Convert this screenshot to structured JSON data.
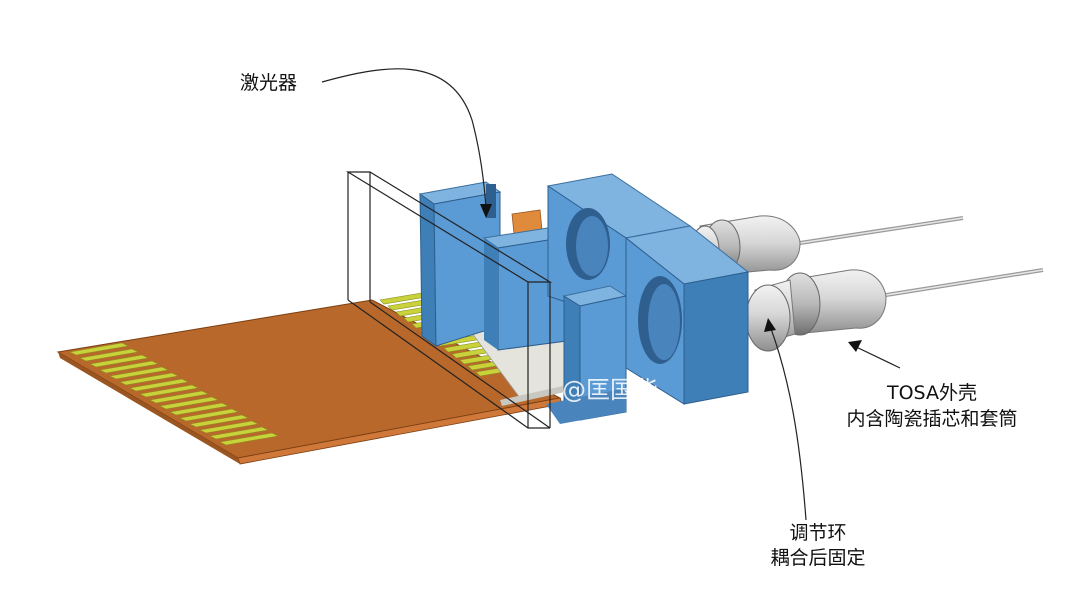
{
  "labels": {
    "laser": "激光器",
    "tosa_line1": "TOSA外壳",
    "tosa_line2": "内含陶瓷插芯和套筒",
    "ring_line1": "调节环",
    "ring_line2": "耦合后固定"
  },
  "watermark": "@匡国华",
  "colors": {
    "pcb": "#b8682a",
    "gold_finger": "#c9d23a",
    "housing": "#5b9bd5",
    "copper": "#e08a3c",
    "metal": "#c8c8c8"
  }
}
